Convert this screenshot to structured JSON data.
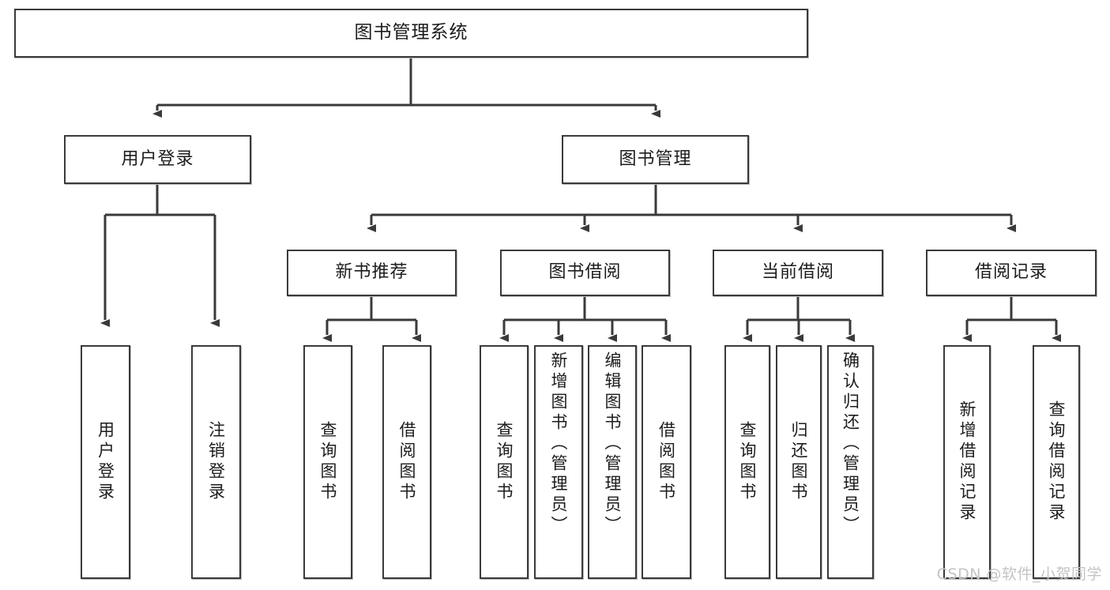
{
  "diagram": {
    "title": "图书管理系统",
    "watermark": "CSDN @软件_小贺同学",
    "levels": {
      "root": {
        "id": "root",
        "label": "图书管理系统"
      },
      "level2": [
        {
          "id": "user-login",
          "label": "用户登录"
        },
        {
          "id": "book-manage",
          "label": "图书管理"
        }
      ],
      "level3": [
        {
          "id": "new-book-recommend",
          "label": "新书推荐"
        },
        {
          "id": "book-borrow",
          "label": "图书借阅"
        },
        {
          "id": "current-borrow",
          "label": "当前借阅"
        },
        {
          "id": "borrow-record",
          "label": "借阅记录"
        }
      ],
      "leaves": [
        {
          "id": "leaf-user-login",
          "label": "用户登录",
          "parent": "user-login"
        },
        {
          "id": "leaf-logout-login",
          "label": "注销登录",
          "parent": "user-login"
        },
        {
          "id": "leaf-query-book-1",
          "label": "查询图书",
          "parent": "new-book-recommend"
        },
        {
          "id": "leaf-borrow-book-1",
          "label": "借阅图书",
          "parent": "new-book-recommend"
        },
        {
          "id": "leaf-query-book-2",
          "label": "查询图书",
          "parent": "book-borrow"
        },
        {
          "id": "leaf-add-book",
          "label": "新增图书（管理员）",
          "parent": "book-borrow"
        },
        {
          "id": "leaf-edit-book",
          "label": "编辑图书（管理员）",
          "parent": "book-borrow"
        },
        {
          "id": "leaf-borrow-book-2",
          "label": "借阅图书",
          "parent": "book-borrow"
        },
        {
          "id": "leaf-query-book-3",
          "label": "查询图书",
          "parent": "current-borrow"
        },
        {
          "id": "leaf-return-book",
          "label": "归还图书",
          "parent": "current-borrow"
        },
        {
          "id": "leaf-confirm-return",
          "label": "确认归还（管理员）",
          "parent": "current-borrow"
        },
        {
          "id": "leaf-add-record",
          "label": "新增借阅记录",
          "parent": "borrow-record"
        },
        {
          "id": "leaf-query-record",
          "label": "查询借阅记录",
          "parent": "borrow-record"
        }
      ]
    },
    "colors": {
      "stroke": "#3a3a3a",
      "fill": "#ffffff",
      "text": "#1c1c1c",
      "watermark": "#c4c4c4"
    }
  }
}
